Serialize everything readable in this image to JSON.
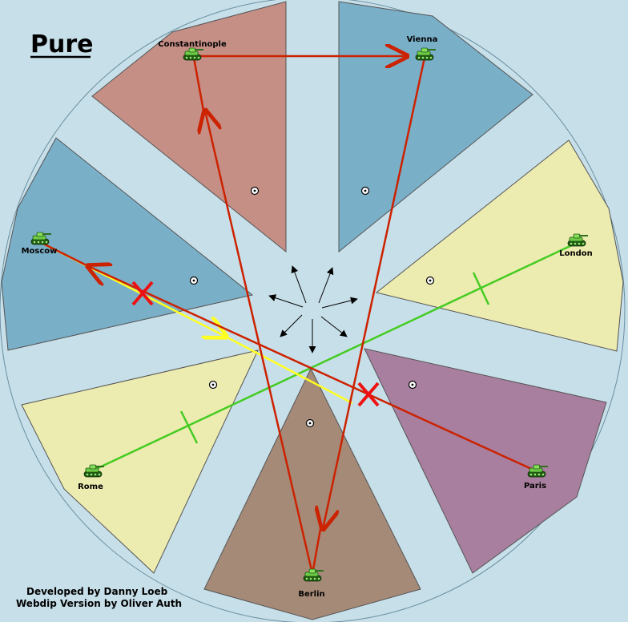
{
  "map": {
    "title": "Pure",
    "credits": [
      "Developed by Danny Loeb",
      "Webdip Version by Oliver Auth"
    ],
    "background_color": "#c7dfe9",
    "territories": [
      {
        "id": "constantinople",
        "name": "Constantinople",
        "color": "#c58f86"
      },
      {
        "id": "vienna",
        "name": "Vienna",
        "color": "#7aafc8"
      },
      {
        "id": "london",
        "name": "London",
        "color": "#ecebb0"
      },
      {
        "id": "paris",
        "name": "Paris",
        "color": "#a87f9f"
      },
      {
        "id": "berlin",
        "name": "Berlin",
        "color": "#a58a78"
      },
      {
        "id": "rome",
        "name": "Rome",
        "color": "#ecebb0"
      },
      {
        "id": "moscow",
        "name": "Moscow",
        "color": "#7aafc8"
      }
    ],
    "unit_icon": "tank-army-icon",
    "supply_center_icon": "supply-center-dot-icon",
    "move_arrow_icon": "arrowhead-icon",
    "order_colors": {
      "move": "#cc2200",
      "support": "#ffff22",
      "hold": "#44cc22",
      "dislodged": "#ee1111"
    }
  }
}
